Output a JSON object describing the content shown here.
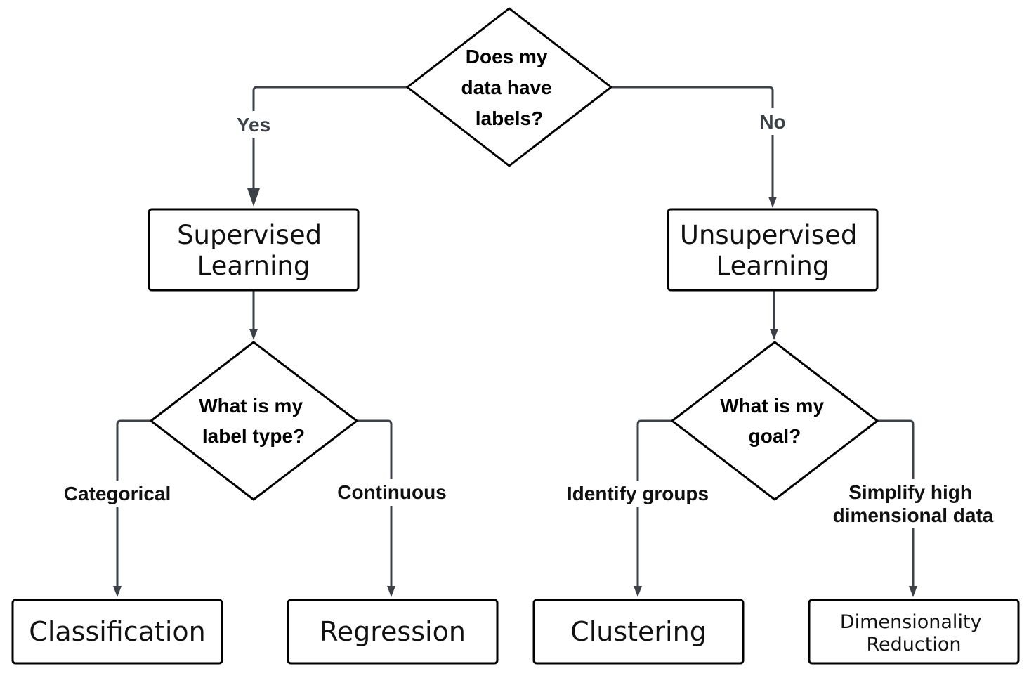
{
  "decisions": {
    "root": {
      "lines": [
        "Does my",
        "data have",
        "labels?"
      ]
    },
    "label_type": {
      "lines": [
        "What is my",
        "label type?"
      ]
    },
    "goal": {
      "lines": [
        "What is my",
        "goal?"
      ]
    }
  },
  "edges": {
    "yes": "Yes",
    "no": "No",
    "categorical": "Categorical",
    "continuous": "Continuous",
    "identify_groups": "Identify groups",
    "simplify": [
      "Simplify high",
      "dimensional data"
    ]
  },
  "boxes": {
    "supervised": [
      "Supervised",
      "Learning"
    ],
    "unsupervised": [
      "Unsupervised",
      "Learning"
    ],
    "classification": "Classification",
    "regression": "Regression",
    "clustering": "Clustering",
    "dimensionality": [
      "Dimensionality",
      "Reduction"
    ]
  },
  "colors": {
    "connector": "#3b4049",
    "border": "#000000",
    "background": "#ffffff"
  }
}
